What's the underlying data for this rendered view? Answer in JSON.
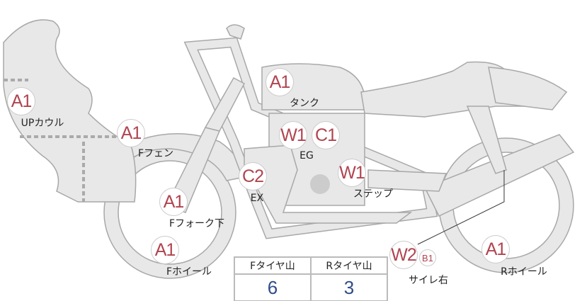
{
  "markers": [
    {
      "code": "A1",
      "part": "UPカウル"
    },
    {
      "code": "A1",
      "part": "Fフェン"
    },
    {
      "code": "A1",
      "part": "タンク"
    },
    {
      "codes": [
        "W1",
        "C1"
      ],
      "part": "EG"
    },
    {
      "code": "C2",
      "part": "EX"
    },
    {
      "code": "W1",
      "part": "ステップ"
    },
    {
      "code": "A1",
      "part": "Fフォーク下"
    },
    {
      "code": "A1",
      "part": "Fホイール"
    },
    {
      "codes": [
        "W2",
        "B1"
      ],
      "part": "サイレ右"
    },
    {
      "code": "A1",
      "part": "Rホイール"
    }
  ],
  "tire_table": {
    "headers": [
      "Fタイヤ山",
      "Rタイヤ山"
    ],
    "values": [
      "6",
      "3"
    ]
  },
  "colors": {
    "code": "#b04450",
    "value": "#2f4d8a",
    "body": "#e6e6e6"
  }
}
